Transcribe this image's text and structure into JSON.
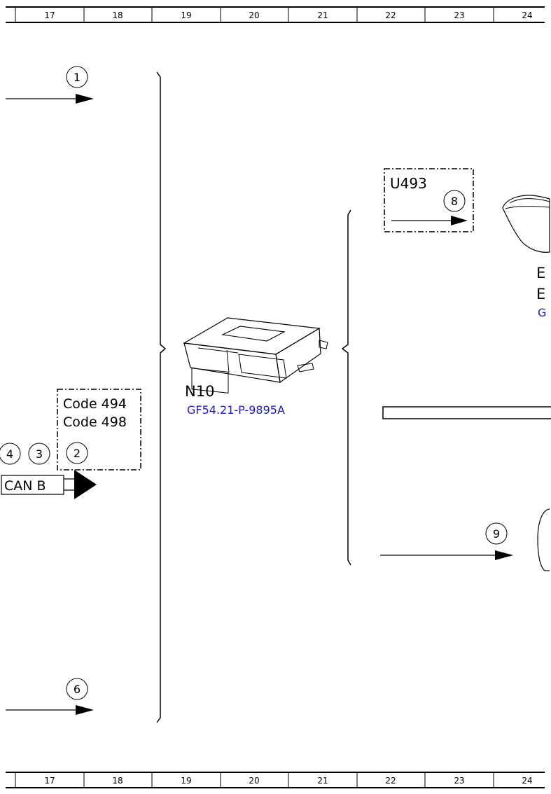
{
  "grid": {
    "columns": [
      "17",
      "18",
      "19",
      "20",
      "21",
      "22",
      "23",
      "24"
    ]
  },
  "components": {
    "n10": {
      "designation": "N10",
      "ref_link": "GF54.21-P-9895A"
    },
    "e_partial": {
      "line1": "E",
      "line2": "E",
      "ref_link": "G"
    }
  },
  "boxes": {
    "code_box": {
      "line1": "Code 494",
      "line2": "Code 498"
    },
    "u493_box": {
      "label": "U493"
    }
  },
  "callouts": {
    "c1": "1",
    "c2": "2",
    "c3": "3",
    "c4": "4",
    "c6": "6",
    "c8": "8",
    "c9": "9"
  },
  "bus": {
    "label": "CAN B"
  },
  "colors": {
    "link": "#1a1acc",
    "line": "#000000"
  }
}
